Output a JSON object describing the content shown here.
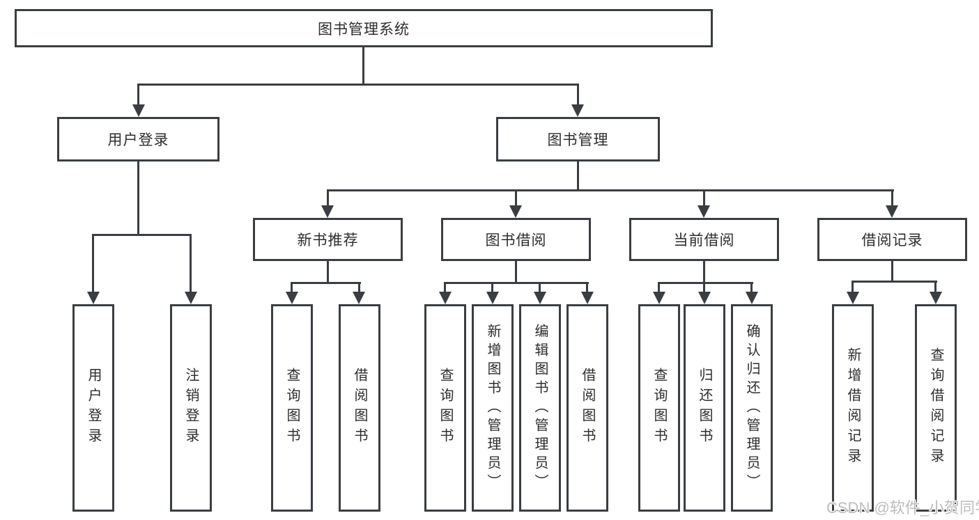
{
  "diagram": {
    "title": "图书管理系统",
    "type": "hierarchy-tree",
    "tree": {
      "root": {
        "label": "图书管理系统"
      },
      "level2": [
        {
          "label": "用户登录",
          "leaves": [
            "用户登录",
            "注销登录"
          ]
        },
        {
          "label": "图书管理",
          "groups": [
            {
              "label": "新书推荐",
              "leaves": [
                "查询图书",
                "借阅图书"
              ]
            },
            {
              "label": "图书借阅",
              "leaves": [
                "查询图书",
                "新增图书（管理员）",
                "编辑图书（管理员）",
                "借阅图书"
              ]
            },
            {
              "label": "当前借阅",
              "leaves": [
                "查询图书",
                "归还图书",
                "确认归还（管理员）"
              ]
            },
            {
              "label": "借阅记录",
              "leaves": [
                "新增借阅记录",
                "查询借阅记录"
              ]
            }
          ]
        }
      ]
    },
    "watermark": "CSDN @软件_小贺同学",
    "colors": {
      "line": "#3a3e42",
      "box_border": "#3a3e42",
      "text": "#2d2d2d",
      "background": "#ffffff",
      "watermark": "#bdbdbd"
    }
  }
}
